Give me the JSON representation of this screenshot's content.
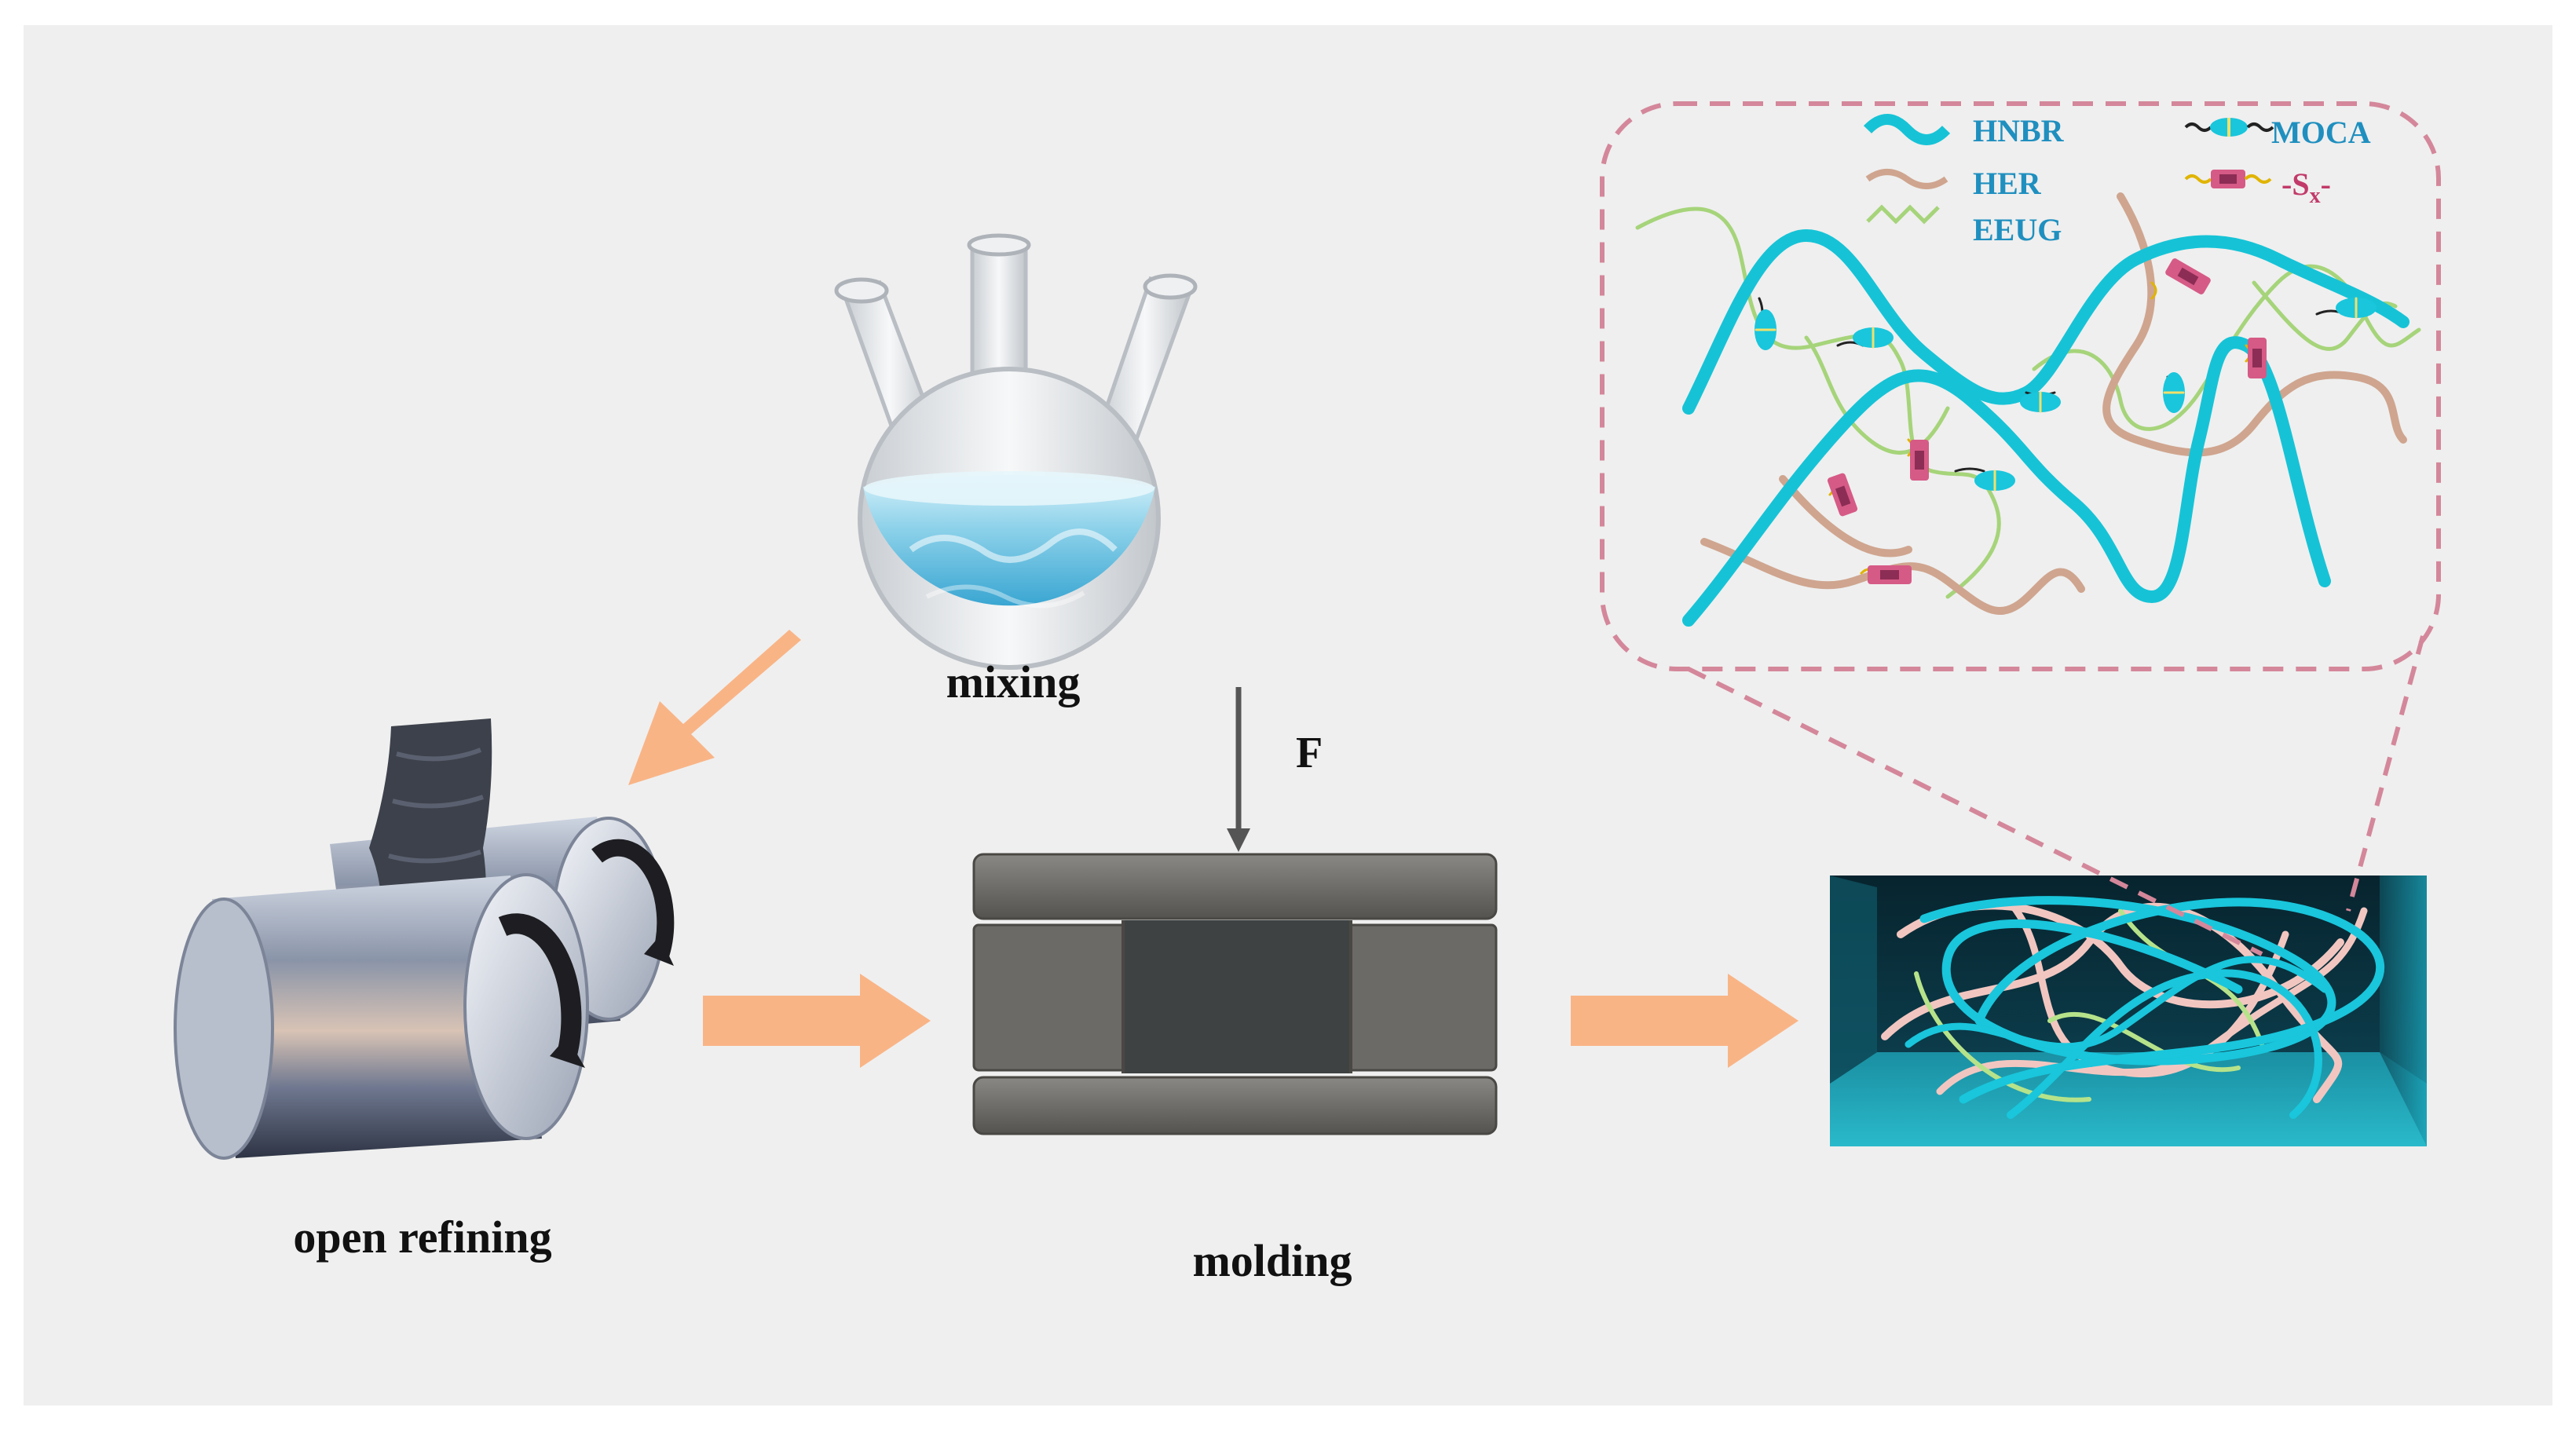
{
  "steps": {
    "mixing": "mixing",
    "open_refining": "open refining",
    "molding": "molding",
    "force": "F"
  },
  "legend": {
    "hnbr": "HNBR",
    "her": "HER",
    "eeug": "EEUG",
    "moca": "MOCA",
    "sx_prefix": "-S",
    "sx_sub": "x",
    "sx_suffix": "-"
  },
  "colors": {
    "background": "#efefef",
    "arrow": "#f9b486",
    "hnbr": "#16c3d6",
    "her": "#cfa58f",
    "eeug": "#a6d47a",
    "legend_text": "#1f8fbf",
    "sx_text": "#c23a6a",
    "zoom_border": "#d4879a",
    "mold": "#6a6864"
  }
}
